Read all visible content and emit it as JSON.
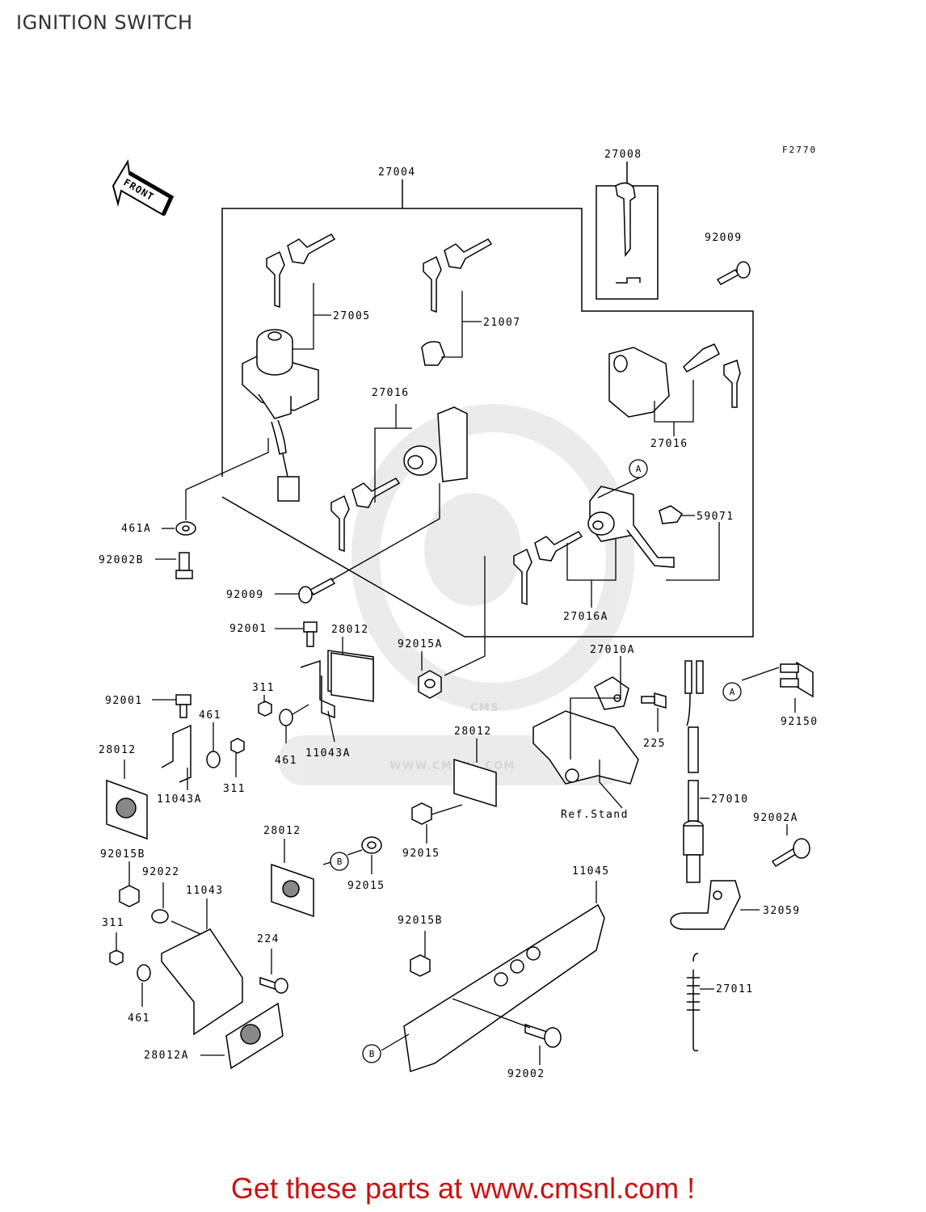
{
  "page": {
    "title": "IGNITION SWITCH",
    "figure_code": "F2770",
    "front_label": "FRONT",
    "watermark": "CMS",
    "watermark_url": "WWW.CMSNL.COM",
    "footer_text": "Get these parts at www.cmsnl.com !"
  },
  "parts": {
    "p27004": "27004",
    "p27008": "27008",
    "p92009_top": "92009",
    "p27005": "27005",
    "p21007": "21007",
    "p27016_mid": "27016",
    "p27016_right": "27016",
    "p461a": "461A",
    "p92002b": "92002B",
    "p59071": "59071",
    "p92009_mid": "92009",
    "p27016a": "27016A",
    "p92001_mid": "92001",
    "p28012_mid": "28012",
    "p92015a": "92015A",
    "p27010a": "27010A",
    "p311_mid": "311",
    "p92150": "92150",
    "p92001_left": "92001",
    "p461_mid": "461",
    "p225": "225",
    "p28012_left": "28012",
    "p461_lower": "461",
    "p11043a_mid": "11043A",
    "p28012_center": "28012",
    "p311_left": "311",
    "p11043a_left": "11043A",
    "p27010": "27010",
    "ref_stand": "Ref.Stand",
    "p92002a": "92002A",
    "p28012_low": "28012",
    "p92015_upper": "92015",
    "p92015b_left": "92015B",
    "p92022": "92022",
    "p92015_lower": "92015",
    "p11045": "11045",
    "p11043": "11043",
    "p32059": "32059",
    "p311_low": "311",
    "p92015b_mid": "92015B",
    "p224": "224",
    "p27011": "27011",
    "p461_low": "461",
    "p28012a": "28012A",
    "p92002": "92002"
  },
  "callouts": {
    "a": "A",
    "b": "B"
  }
}
